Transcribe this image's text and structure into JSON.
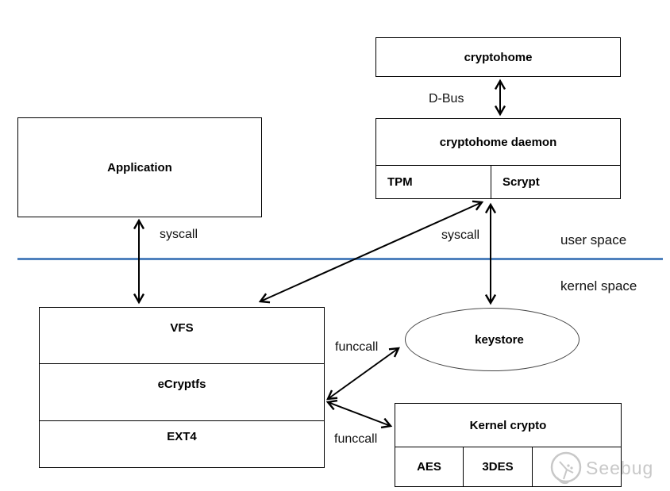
{
  "diagram": {
    "boxes": {
      "cryptohome": {
        "label": "cryptohome"
      },
      "daemon": {
        "title": "cryptohome daemon",
        "cells": [
          "TPM",
          "Scrypt"
        ]
      },
      "application": {
        "label": "Application"
      },
      "fs_stack": {
        "rows": [
          "VFS",
          "eCryptfs",
          "EXT4"
        ]
      },
      "keystore": {
        "label": "keystore"
      },
      "kernel_crypto": {
        "title": "Kernel crypto",
        "cells": [
          "AES",
          "3DES",
          ""
        ]
      }
    },
    "labels": {
      "dbus": "D-Bus",
      "syscall_left": "syscall",
      "syscall_right": "syscall",
      "user_space": "user space",
      "kernel_space": "kernel space",
      "funccall_top": "funccall",
      "funccall_bottom": "funccall"
    },
    "watermark": {
      "text": "Seebug"
    },
    "colors": {
      "divider_blue": "#4f81bd",
      "arrow_black": "#000000",
      "watermark_gray": "#c8c8c8"
    }
  }
}
